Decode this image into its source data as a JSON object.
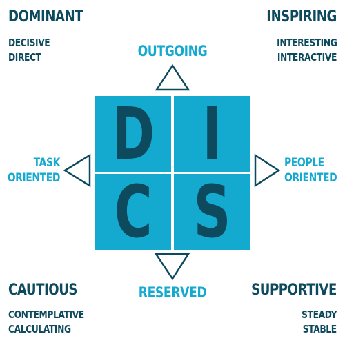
{
  "corners": {
    "top_left": {
      "title": "DOMINANT",
      "lines": [
        "DECISIVE",
        "DIRECT"
      ]
    },
    "top_right": {
      "title": "INSPIRING",
      "lines": [
        "INTERESTING",
        "INTERACTIVE"
      ]
    },
    "bottom_left": {
      "title": "CAUTIOUS",
      "lines": [
        "CONTEMPLATIVE",
        "CALCULATING"
      ]
    },
    "bottom_right": {
      "title": "SUPPORTIVE",
      "lines": [
        "STEADY",
        "STABLE"
      ]
    }
  },
  "axes": {
    "top": "OUTGOING",
    "bottom": "RESERVED",
    "left": [
      "TASK",
      "ORIENTED"
    ],
    "right": [
      "PEOPLE",
      "ORIENTED"
    ]
  },
  "letters": [
    "D",
    "I",
    "C",
    "S"
  ],
  "colors": {
    "accent": "#14a9cf",
    "dark": "#0d4a5e",
    "background": "#ffffff"
  }
}
